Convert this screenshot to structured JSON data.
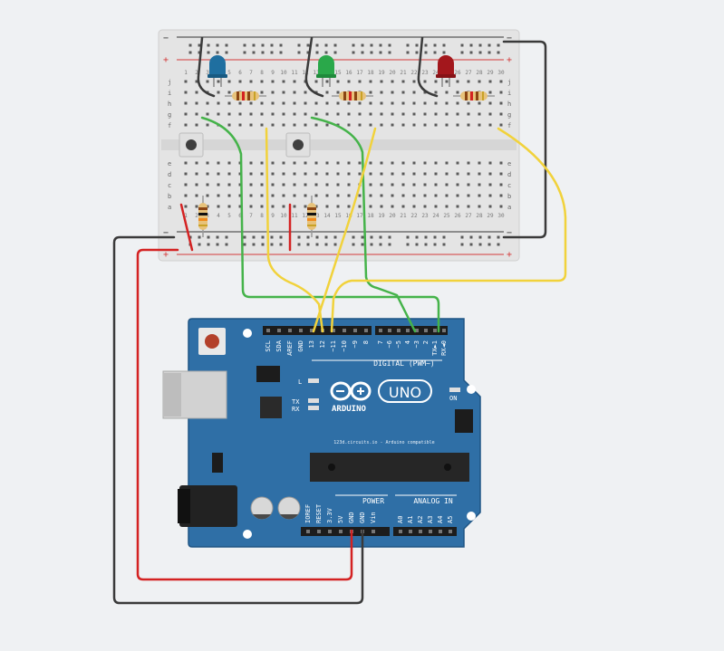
{
  "colors": {
    "background": "#eff1f3",
    "breadboard": "#e6e6e6",
    "rail_positive": "#d33a3a",
    "rail_negative": "#333333",
    "arduino_board": "#2f6fa6",
    "arduino_board_edge": "#1f5584",
    "wire_red": "#d42222",
    "wire_black": "#3a3a3a",
    "wire_green": "#45b34a",
    "wire_yellow": "#f1d23b",
    "led_blue": "#1f6fa0",
    "led_green": "#2aa84a",
    "led_red": "#a3171c",
    "pushbutton": "#4a4a4a"
  },
  "breadboard": {
    "rail_minus": "−",
    "rail_plus": "+",
    "row_letters_top": [
      "j",
      "i",
      "h",
      "g",
      "f"
    ],
    "row_letters_bottom": [
      "e",
      "d",
      "c",
      "b",
      "a"
    ],
    "column_numbers": [
      "1",
      "2",
      "3",
      "4",
      "5",
      "6",
      "7",
      "8",
      "9",
      "10",
      "11",
      "12",
      "13",
      "14",
      "15",
      "16",
      "17",
      "18",
      "19",
      "20",
      "21",
      "22",
      "23",
      "24",
      "25",
      "26",
      "27",
      "28",
      "29",
      "30"
    ]
  },
  "components": {
    "leds": [
      {
        "name": "led-blue",
        "color": "blue"
      },
      {
        "name": "led-green",
        "color": "green"
      },
      {
        "name": "led-red",
        "color": "red"
      }
    ],
    "resistors": 5,
    "pushbuttons": 2
  },
  "arduino": {
    "model": "UNO",
    "brand": "ARDUINO",
    "digital_header_label": "DIGITAL (PWM~)",
    "digital_pins": [
      "SCL",
      "SDA",
      "AREF",
      "GND",
      "13",
      "12",
      "~11",
      "~10",
      "~9",
      "8",
      "7",
      "~6",
      "~5",
      "4",
      "~3",
      "2",
      "TX►1",
      "RX◄0"
    ],
    "power_header_label": "POWER",
    "power_pins": [
      "IOREF",
      "RESET",
      "3.3V",
      "5V",
      "GND",
      "GND",
      "Vin"
    ],
    "analog_header_label": "ANALOG IN",
    "analog_pins": [
      "A0",
      "A1",
      "A2",
      "A3",
      "A4",
      "A5"
    ],
    "led_labels": [
      "L",
      "TX",
      "RX",
      "ON"
    ],
    "compat_text": "123d.circuits.io - Arduino compatible"
  }
}
